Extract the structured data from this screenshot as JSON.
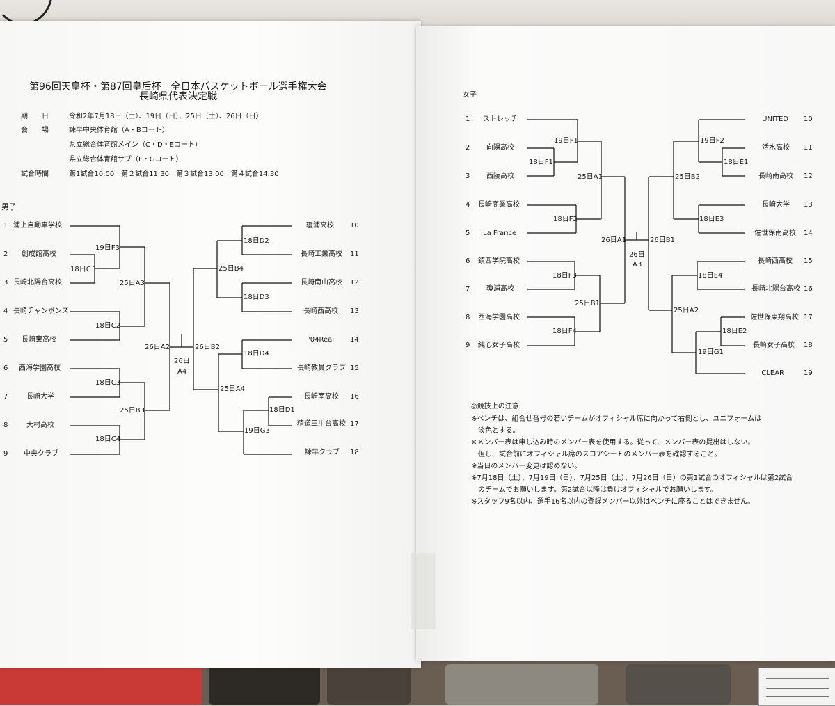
{
  "header": {
    "title_line1": "第96回天皇杯・第87回皇后杯　全日本バスケットボール選手権大会",
    "title_line2": "長崎県代表決定戦",
    "date_label": "期　　日",
    "date_value": "令和2年7月18日（土）、19日（日）、25日（土）、26日（日）",
    "venue_label": "会　　場",
    "venue_1": "諫早中央体育館（A・Bコート）",
    "venue_2": "県立総合体育館メイン（C・D・Eコート）",
    "venue_3": "県立総合体育館サブ（F・Gコート）",
    "time_label": "試合時間",
    "time_value": "第1試合10:00　第２試合11:30　第３試合13:00　第４試合14:30"
  },
  "men": {
    "label": "男子",
    "teams": [
      {
        "num": "1",
        "name": "浦上自動車学校"
      },
      {
        "num": "2",
        "name": "創成館高校"
      },
      {
        "num": "3",
        "name": "長崎北陽台高校"
      },
      {
        "num": "4",
        "name": "長崎チャンポンズ"
      },
      {
        "num": "5",
        "name": "長崎東高校"
      },
      {
        "num": "6",
        "name": "西海学園高校"
      },
      {
        "num": "7",
        "name": "長崎大学"
      },
      {
        "num": "8",
        "name": "大村高校"
      },
      {
        "num": "9",
        "name": "中央クラブ"
      },
      {
        "num": "10",
        "name": "瓊浦高校"
      },
      {
        "num": "11",
        "name": "長崎工業高校"
      },
      {
        "num": "12",
        "name": "長崎南山高校"
      },
      {
        "num": "13",
        "name": "長崎西高校"
      },
      {
        "num": "14",
        "name": "'04Real"
      },
      {
        "num": "15",
        "name": "長崎教員クラブ"
      },
      {
        "num": "16",
        "name": "長崎南高校"
      },
      {
        "num": "17",
        "name": "精道三川台高校"
      },
      {
        "num": "18",
        "name": "諫早クラブ"
      }
    ],
    "games": [
      "19日F3",
      "18日C１",
      "25日A3",
      "18日C2",
      "26日A2",
      "18日C3",
      "25日B3",
      "18日C4",
      "18日D2",
      "25日B4",
      "18日D3",
      "26日B2",
      "18日D4",
      "25日A4",
      "18日D1",
      "19日G3"
    ],
    "final_day": "26日",
    "final_code": "A4"
  },
  "women": {
    "label": "女子",
    "teams": [
      {
        "num": "1",
        "name": "ストレッチ"
      },
      {
        "num": "2",
        "name": "向陽高校"
      },
      {
        "num": "3",
        "name": "西陵高校"
      },
      {
        "num": "4",
        "name": "長崎商業高校"
      },
      {
        "num": "5",
        "name": "La France"
      },
      {
        "num": "6",
        "name": "鎮西学院高校"
      },
      {
        "num": "7",
        "name": "瓊浦高校"
      },
      {
        "num": "8",
        "name": "西海学園高校"
      },
      {
        "num": "9",
        "name": "純心女子高校"
      },
      {
        "num": "10",
        "name": "UNITED"
      },
      {
        "num": "11",
        "name": "活水高校"
      },
      {
        "num": "12",
        "name": "長崎南高校"
      },
      {
        "num": "13",
        "name": "長崎大学"
      },
      {
        "num": "14",
        "name": "佐世保南高校"
      },
      {
        "num": "15",
        "name": "長崎西高校"
      },
      {
        "num": "16",
        "name": "長崎北陽台高校"
      },
      {
        "num": "17",
        "name": "佐世保東翔高校"
      },
      {
        "num": "18",
        "name": "長崎女子高校"
      },
      {
        "num": "19",
        "name": "CLEAR"
      }
    ],
    "games": [
      "19日F1",
      "18日F1",
      "25日A1",
      "18日F2",
      "18日F3",
      "25日B1",
      "18日F4",
      "26日A1",
      "19日F2",
      "18日E1",
      "25日B2",
      "18日E3",
      "26日B1",
      "18日E4",
      "25日A2",
      "18日E2",
      "19日G1"
    ],
    "final_day": "26日",
    "final_code": "A3"
  },
  "notes": {
    "heading": "◎競技上の注意",
    "lines": [
      "※ベンチは、組合せ番号の若いチームがオフィシャル席に向かって右側とし、ユニフォームは",
      "　淡色とする。",
      "※メンバー表は申し込み時のメンバー表を使用する。従って、メンバー表の提出はしない。",
      "　但し、試合前にオフィシャル席のスコアシートのメンバー表を確認すること。",
      "※当日のメンバー変更は認めない。",
      "※7月18日（土）、7月19日（日）、7月25日（土）、7月26日（日）の第1試合のオフィシャルは第2試合",
      "　のチームでお願いします。第2試合以降は負けオフィシャルでお願いします。",
      "※スタッフ9名以内、選手16名以内の登録メンバー以外はベンチに座ることはできません。"
    ]
  }
}
